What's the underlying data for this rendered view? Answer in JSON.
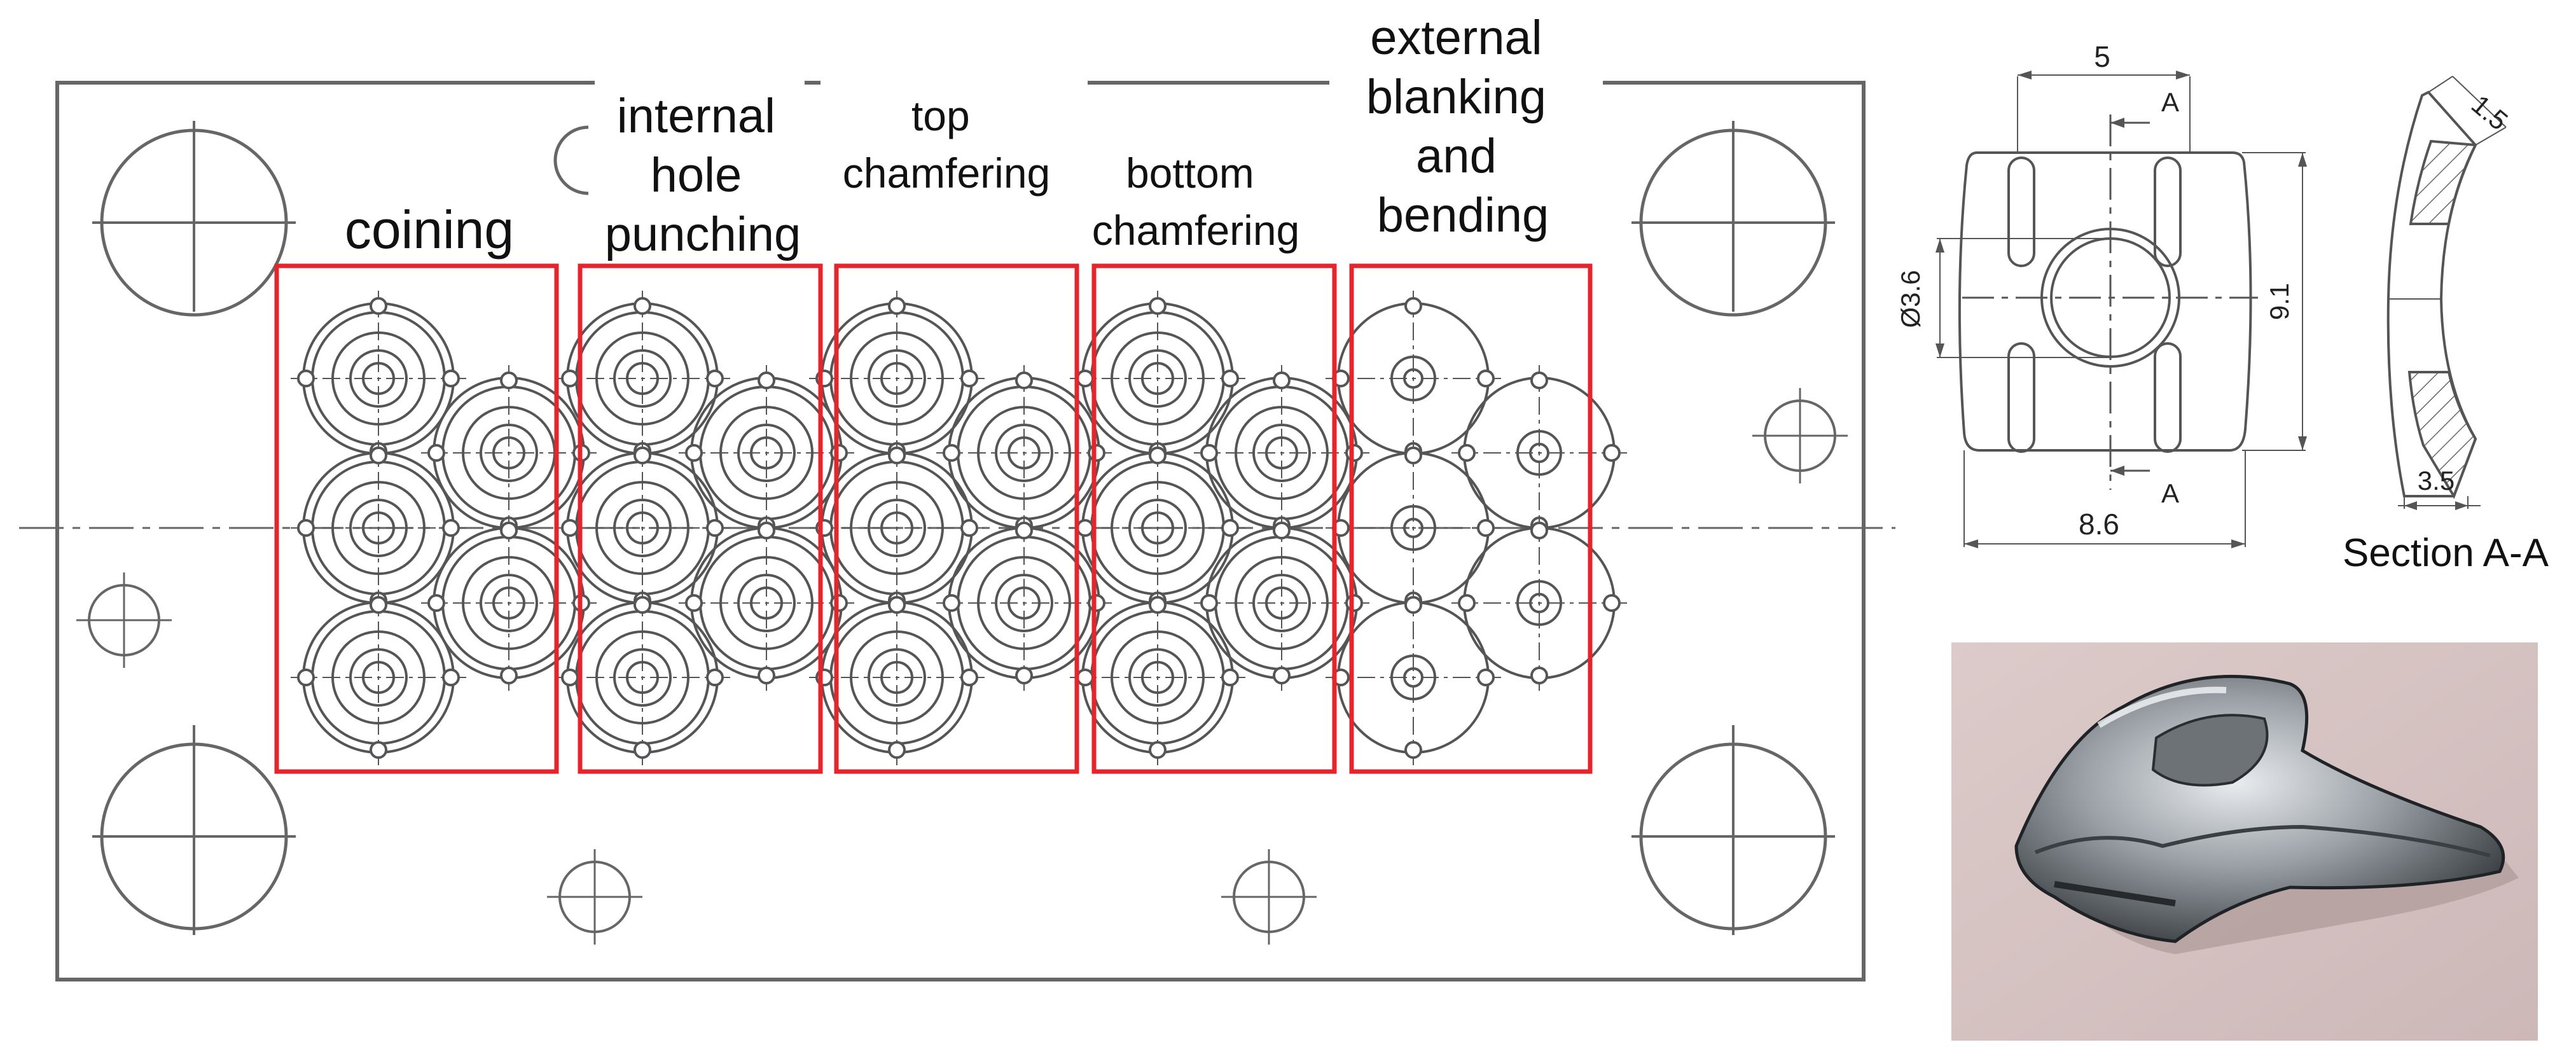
{
  "stations": [
    {
      "id": "coining",
      "lines": [
        "coining"
      ]
    },
    {
      "id": "internal-hole-punching",
      "lines": [
        "internal",
        "hole",
        "punching"
      ]
    },
    {
      "id": "top-chamfering",
      "lines": [
        "top",
        "chamfering"
      ]
    },
    {
      "id": "bottom-chamfering",
      "lines": [
        "bottom",
        "chamfering"
      ]
    },
    {
      "id": "external-blanking-and-bending",
      "lines": [
        "external",
        "blanking",
        "and",
        "bending"
      ]
    }
  ],
  "drawing": {
    "dimensions": {
      "width_top": "5",
      "hole_diameter": "Ø3.6",
      "height": "9.1",
      "width_bottom": "8.6",
      "section_thickness": "1.5",
      "section_base": "3.5"
    },
    "section_marker_top": "A",
    "section_marker_bottom": "A",
    "section_caption": "Section A-A"
  },
  "colors": {
    "station_box": "#e4252c",
    "line": "#555555",
    "photo_bg": "#d9c8c6",
    "metal": "#9ea3a8"
  }
}
